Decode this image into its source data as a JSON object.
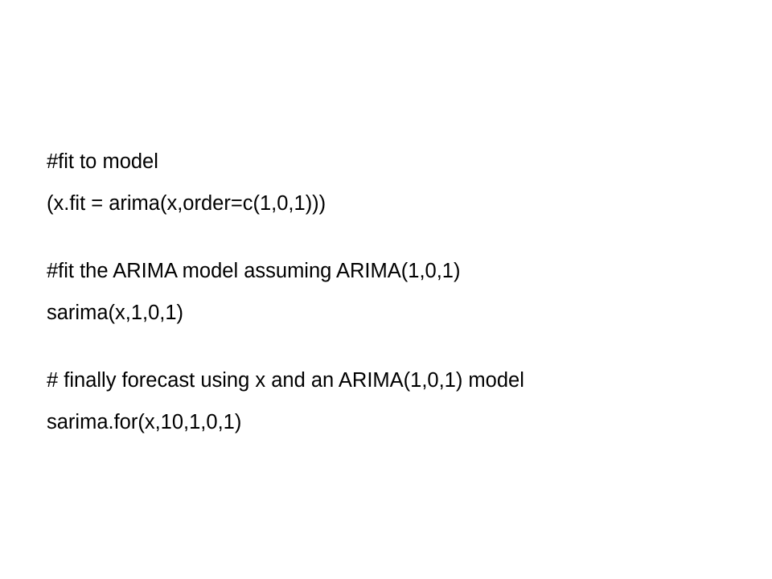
{
  "slide": {
    "background": "#ffffff",
    "text_color": "#000000",
    "groups": [
      {
        "lines": [
          "#fit to model",
          "(x.fit = arima(x,order=c(1,0,1)))"
        ]
      },
      {
        "lines": [
          "#fit the ARIMA model assuming ARIMA(1,0,1)",
          "sarima(x,1,0,1)"
        ]
      },
      {
        "lines": [
          "# finally forecast using x and an ARIMA(1,0,1) model",
          "sarima.for(x,10,1,0,1)"
        ]
      }
    ]
  }
}
